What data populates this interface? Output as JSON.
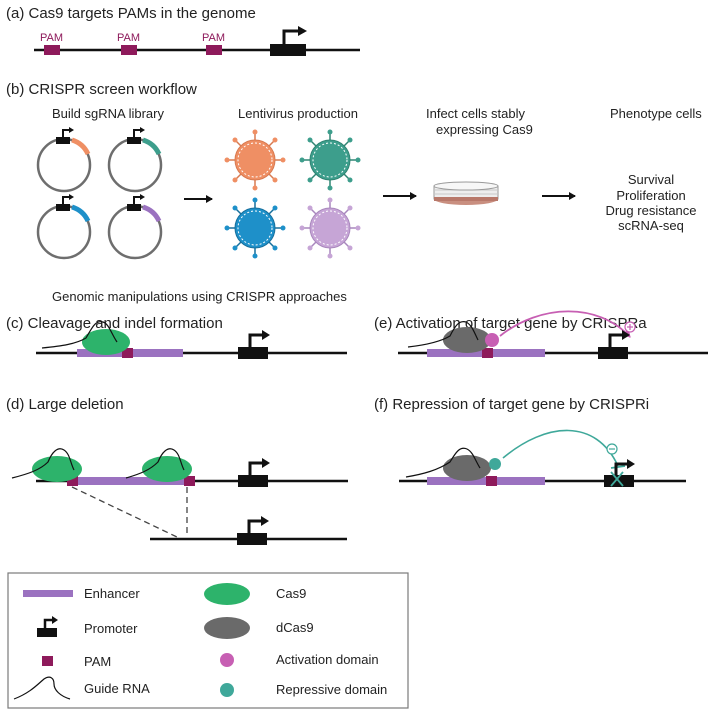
{
  "colors": {
    "dna": "#111111",
    "pam": "#8e1a5b",
    "enhancer": "#9b72c0",
    "cas9": "#2db36b",
    "dcas9": "#6a6a6a",
    "activation": "#c75fb3",
    "repressive": "#3fa89a",
    "orange": "#ef8f64",
    "teal": "#3d9e8c",
    "blue": "#1e90c9",
    "lilac": "#c6a5d6"
  },
  "panel_a": {
    "title": "(a) Cas9 targets PAMs in the genome",
    "pam_labels": [
      "PAM",
      "PAM",
      "PAM"
    ]
  },
  "panel_b": {
    "title": "(b) CRISPR screen workflow",
    "step1": "Build sgRNA library",
    "step2": "Lentivirus production",
    "step3_line1": "Infect cells stably",
    "step3_line2": "expressing Cas9",
    "step4": "Phenotype cells",
    "phenotypes": [
      "Survival",
      "Proliferation",
      "Drug resistance",
      "scRNA-seq"
    ]
  },
  "section_title": "Genomic manipulations using CRISPR approaches",
  "panel_c": {
    "title": "(c) Cleavage and indel formation"
  },
  "panel_d": {
    "title": "(d) Large deletion"
  },
  "panel_e": {
    "title": "(e) Activation of target gene by CRISPRa"
  },
  "panel_f": {
    "title": "(f) Repression of target gene by CRISPRi"
  },
  "legend": {
    "enhancer": "Enhancer",
    "promoter": "Promoter",
    "pam": "PAM",
    "guide_rna": "Guide RNA",
    "cas9": "Cas9",
    "dcas9": "dCas9",
    "activation": "Activation domain",
    "repressive": "Repressive domain"
  }
}
